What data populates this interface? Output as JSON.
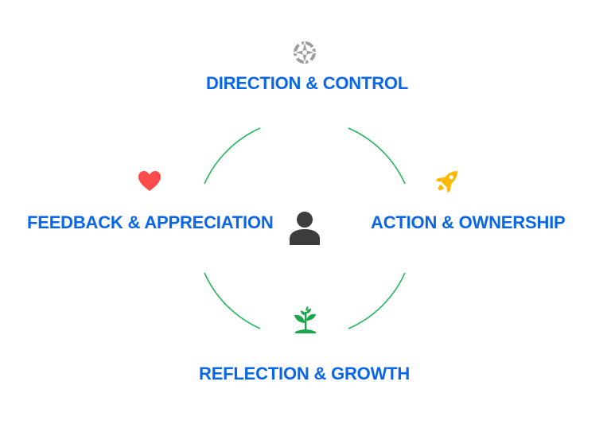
{
  "diagram": {
    "center": {
      "icon": "person-icon",
      "color": "#3c3c3c"
    },
    "ring_color": "#22b85a",
    "nodes": [
      {
        "id": "top",
        "label": "DIRECTION & CONTROL",
        "icon": "compass-icon",
        "icon_color": "#9e9e9e"
      },
      {
        "id": "right",
        "label": "ACTION & OWNERSHIP",
        "icon": "rocket-icon",
        "icon_color": "#ffb800"
      },
      {
        "id": "bottom",
        "label": "REFLECTION & GROWTH",
        "icon": "sprout-icon",
        "icon_color": "#1aa74a"
      },
      {
        "id": "left",
        "label": "FEEDBACK & APPRECIATION",
        "icon": "heart-icon",
        "icon_color": "#ff4b4b"
      }
    ],
    "label_color": "#0a66e8"
  }
}
